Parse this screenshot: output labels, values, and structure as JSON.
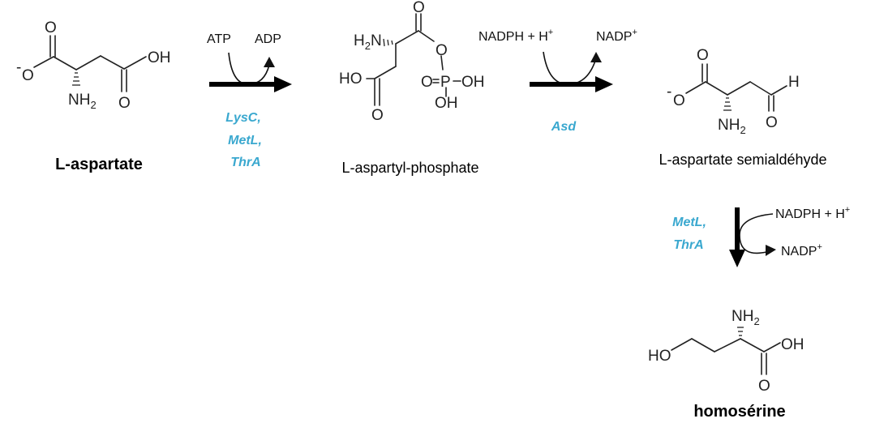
{
  "colors": {
    "enzyme": "#3aa8cf",
    "ink": "#000000"
  },
  "molecules": {
    "aspartate": {
      "name": "L-aspartate",
      "atoms": {
        "o_top": "O",
        "o_minus": "O",
        "minus": "-",
        "oh": "OH",
        "o_bottom": "O",
        "nh2": "NH",
        "sub2": "2"
      }
    },
    "aspartyl_phosphate": {
      "name": "L-aspartyl-phosphate",
      "atoms": {
        "h2n": "H",
        "h2n_sub": "2",
        "h2n_n": "N",
        "o_carbonyl": "O",
        "o_ester": "O",
        "o_double": "O",
        "p": "P",
        "oh_right": "OH",
        "oh_below": "OH",
        "ho_left": "HO",
        "o_acid": "O"
      }
    },
    "semialdehyde": {
      "name": "L-aspartate semialdéhyde",
      "atoms": {
        "o_top": "O",
        "o_minus": "O",
        "minus": "-",
        "h": "H",
        "o_ald": "O",
        "nh2": "NH",
        "sub2": "2"
      }
    },
    "homoserine": {
      "name": "homosérine",
      "atoms": {
        "nh2": "NH",
        "sub2": "2",
        "ho": "HO",
        "oh": "OH",
        "o": "O"
      }
    }
  },
  "reactions": [
    {
      "cofactor_in": "ATP",
      "cofactor_out": "ADP",
      "enzymes": [
        "LysC,",
        "MetL,",
        "ThrA"
      ]
    },
    {
      "cofactor_in_base": "NADPH  + H",
      "cofactor_in_sup": "+",
      "cofactor_out_base": "NADP",
      "cofactor_out_sup": "+",
      "enzymes": [
        "Asd"
      ]
    },
    {
      "cofactor_in_base": "NADPH  + H",
      "cofactor_in_sup": "+",
      "cofactor_out_base": "NADP",
      "cofactor_out_sup": "+",
      "enzymes": [
        "MetL,",
        "ThrA"
      ]
    }
  ]
}
